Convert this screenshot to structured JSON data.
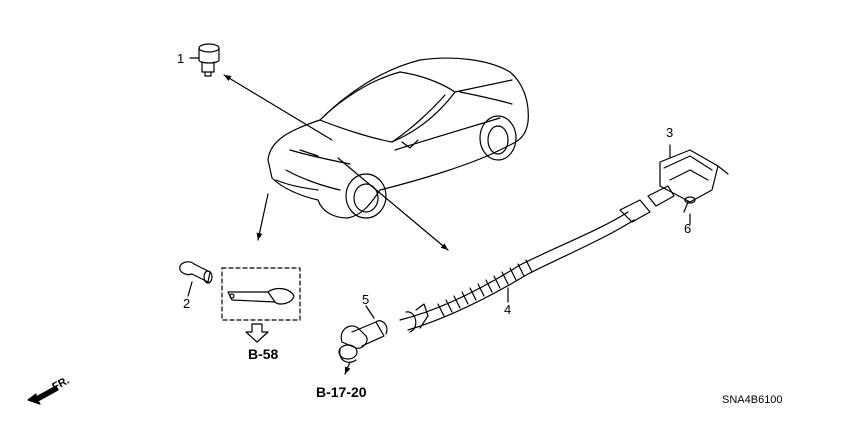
{
  "parts": [
    {
      "id": "1"
    },
    {
      "id": "2"
    },
    {
      "id": "3"
    },
    {
      "id": "4"
    },
    {
      "id": "5"
    },
    {
      "id": "6"
    }
  ],
  "refs": {
    "b58": "B-58",
    "b1720": "B-17-20"
  },
  "direction": "FR.",
  "diagram_code": "SNA4B6100",
  "colors": {
    "line": "#000000",
    "background": "#ffffff"
  }
}
